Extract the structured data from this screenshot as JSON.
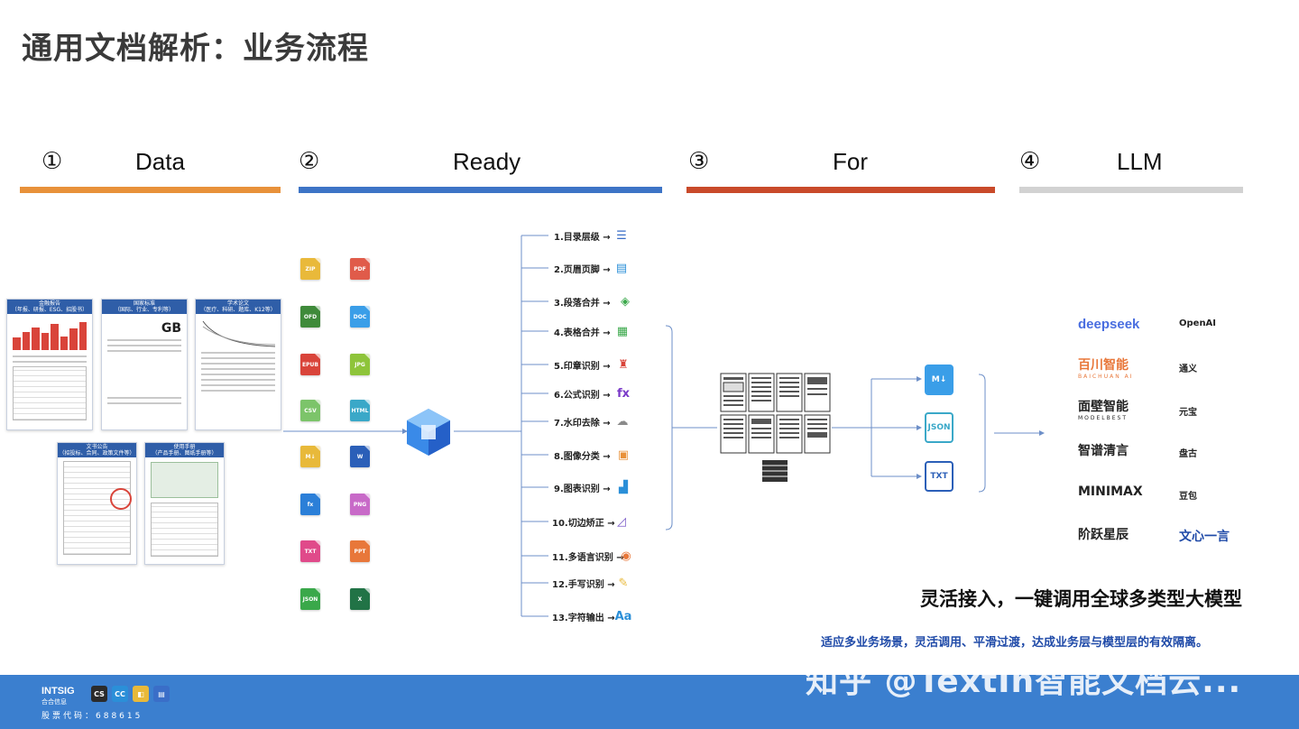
{
  "title": "通用文档解析：业务流程",
  "stages": [
    {
      "num": "①",
      "name": "Data",
      "color": "#e8913a"
    },
    {
      "num": "②",
      "name": "Ready",
      "color": "#3d74c6"
    },
    {
      "num": "③",
      "name": "For",
      "color": "#c94a2a"
    },
    {
      "num": "④",
      "name": "LLM",
      "color": "#d2d2d2"
    }
  ],
  "documents": [
    {
      "header": "金融报告",
      "sub": "（年报、研报、ESG、招股书）"
    },
    {
      "header": "国家标准",
      "sub": "（国际、行业、专利等）"
    },
    {
      "header": "学术论文",
      "sub": "（医疗、科研、题库、K12等）"
    },
    {
      "header": "文书公告",
      "sub": "（招投标、合同、政策文件等）"
    },
    {
      "header": "使用手册",
      "sub": "（产品手册、图纸手册等）"
    }
  ],
  "file_types": [
    {
      "label": "ZIP",
      "color": "#e9b93a"
    },
    {
      "label": "PDF",
      "color": "#e05b4a"
    },
    {
      "label": "OFD",
      "color": "#3f8a3a"
    },
    {
      "label": "DOC",
      "color": "#3a9ee8"
    },
    {
      "label": "EPUB",
      "color": "#d9443a"
    },
    {
      "label": "JPG",
      "color": "#8ec43a"
    },
    {
      "label": "CSV",
      "color": "#7cc46a"
    },
    {
      "label": "HTML",
      "color": "#3aa8c8"
    },
    {
      "label": "M↓",
      "color": "#e8b93a"
    },
    {
      "label": "W",
      "color": "#2b5fb8"
    },
    {
      "label": "fx",
      "color": "#2b7fd8"
    },
    {
      "label": "PNG",
      "color": "#c86ac8"
    },
    {
      "label": "TXT",
      "color": "#e04a8a"
    },
    {
      "label": "PPT",
      "color": "#e8773a"
    },
    {
      "label": "JSON",
      "color": "#3aa84a"
    },
    {
      "label": "X",
      "color": "#217346"
    }
  ],
  "branches": [
    {
      "label": "1.目录层级 →",
      "icon": "☰",
      "color": "#3a6ec8"
    },
    {
      "label": "2.页眉页脚 →",
      "icon": "▤",
      "color": "#2b8fd8"
    },
    {
      "label": "3.段落合并 →",
      "icon": "◈",
      "color": "#3aa84a"
    },
    {
      "label": "4.表格合并 →",
      "icon": "▦",
      "color": "#3aa84a"
    },
    {
      "label": "5.印章识别 →",
      "icon": "♜",
      "color": "#d9443a"
    },
    {
      "label": "6.公式识别 →",
      "icon": "fx",
      "color": "#7a3ac8"
    },
    {
      "label": "7.水印去除 →",
      "icon": "☁",
      "color": "#8a8a8a"
    },
    {
      "label": "8.图像分类 →",
      "icon": "▣",
      "color": "#e8913a"
    },
    {
      "label": "9.图表识别 →",
      "icon": "▟",
      "color": "#2b8fd8"
    },
    {
      "label": "10.切边矫正 →",
      "icon": "◿",
      "color": "#7a5ac8"
    },
    {
      "label": "11.多语言识别 →",
      "icon": "◉",
      "color": "#e8773a"
    },
    {
      "label": "12.手写识别 →",
      "icon": "✎",
      "color": "#e8b93a"
    },
    {
      "label": "13.字符输出 →",
      "icon": "Aa",
      "color": "#2b8fd8"
    }
  ],
  "outputs": [
    {
      "label": "M↓",
      "color": "#3a9ee8"
    },
    {
      "label": "JSON",
      "color": "#3aa8c8"
    },
    {
      "label": "TXT",
      "color": "#2b5fb8"
    }
  ],
  "llm_left": [
    {
      "name": "deepseek",
      "sub": "",
      "color": "#4a6ee0"
    },
    {
      "name": "百川智能",
      "sub": "BAICHUAN AI",
      "color": "#e8773a"
    },
    {
      "name": "面壁智能",
      "sub": "MODELBEST",
      "color": "#222222"
    },
    {
      "name": "智谱清言",
      "sub": "",
      "color": "#222222"
    },
    {
      "name": "MINIMAX",
      "sub": "",
      "color": "#222222"
    },
    {
      "name": "阶跃星辰",
      "sub": "",
      "color": "#222222"
    }
  ],
  "llm_right": [
    "OpenAI",
    "通义",
    "元宝",
    "盘古",
    "豆包",
    "文心一言"
  ],
  "slogan": "灵活接入，一键调用全球多类型大模型",
  "description": "适应多业务场景，灵活调用、平滑过渡，达成业务层与模型层的有效隔离。",
  "footer": {
    "brand": "INTSIG",
    "brand_sub": "合合信息",
    "stock": "股票代码：688615",
    "badges": [
      {
        "label": "CS",
        "color": "#2b2b2b"
      },
      {
        "label": "CC",
        "color": "#2b8fd8"
      },
      {
        "label": "◧",
        "color": "#e8b93a"
      },
      {
        "label": "▤",
        "color": "#3a6ec8"
      }
    ]
  },
  "watermark": "知乎 @TextIn智能文档云..."
}
